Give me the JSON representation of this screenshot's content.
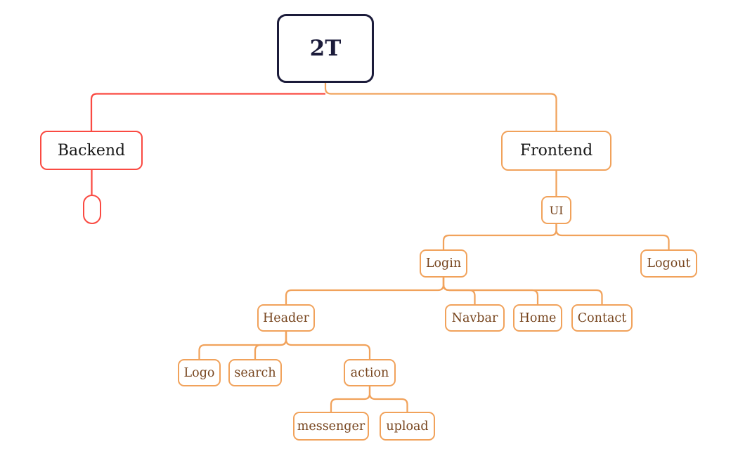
{
  "diagram": {
    "type": "mindmap-tree",
    "colors": {
      "root_border": "#1b1b3a",
      "root_text": "#1b1b3a",
      "backend_branch": "#fa4a42",
      "frontend_branch": "#f1a25b",
      "level1_text": "#161616",
      "child_text": "#77451e",
      "background": "#ffffff"
    }
  },
  "tree": {
    "label": "2T",
    "children": [
      {
        "label": "Backend",
        "children": [
          {
            "label": ""
          }
        ]
      },
      {
        "label": "Frontend",
        "children": [
          {
            "label": "UI",
            "children": [
              {
                "label": "Login",
                "children": [
                  {
                    "label": "Header",
                    "children": [
                      {
                        "label": "Logo"
                      },
                      {
                        "label": "search"
                      },
                      {
                        "label": "action",
                        "children": [
                          {
                            "label": "messenger"
                          },
                          {
                            "label": "upload"
                          }
                        ]
                      }
                    ]
                  },
                  {
                    "label": "Navbar"
                  },
                  {
                    "label": "Home"
                  },
                  {
                    "label": "Contact"
                  }
                ]
              },
              {
                "label": "Logout"
              }
            ]
          }
        ]
      }
    ]
  }
}
